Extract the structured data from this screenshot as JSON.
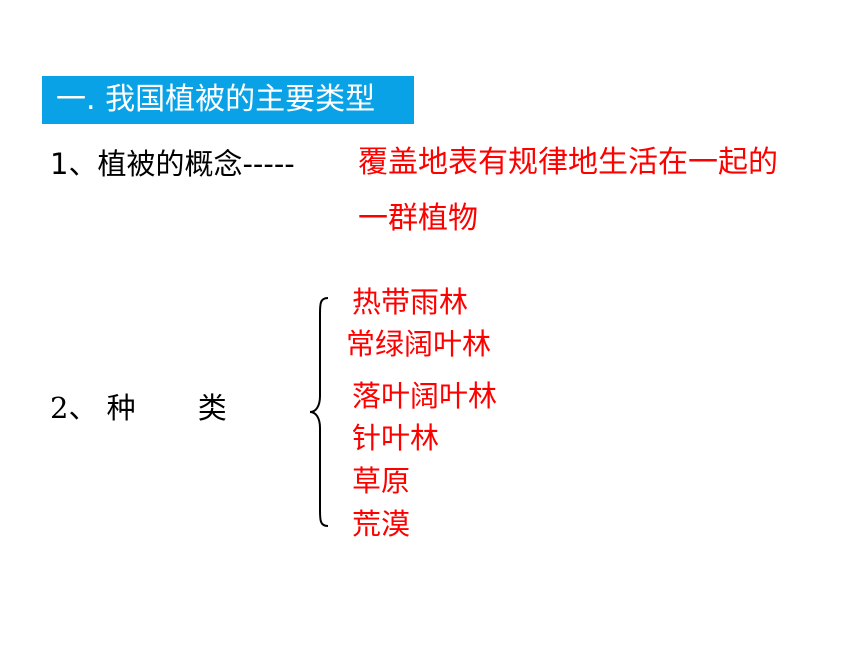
{
  "heading": {
    "title": "一. 我国植被的主要类型"
  },
  "concept": {
    "label": "1、植被的概念-----",
    "definition_line1": "覆盖地表有规律地生活在一起的",
    "definition_line2": "一群植物"
  },
  "types": {
    "label_number": "2、",
    "label_word1": "种",
    "label_word2": "类",
    "items": [
      "热带雨林",
      "常绿阔叶林",
      "落叶阔叶林",
      "针叶林",
      "草原",
      "荒漠"
    ]
  },
  "colors": {
    "title_background": "#0aa2e6",
    "title_text": "#ffffff",
    "highlight": "#ff0000",
    "body_text": "#000000"
  }
}
